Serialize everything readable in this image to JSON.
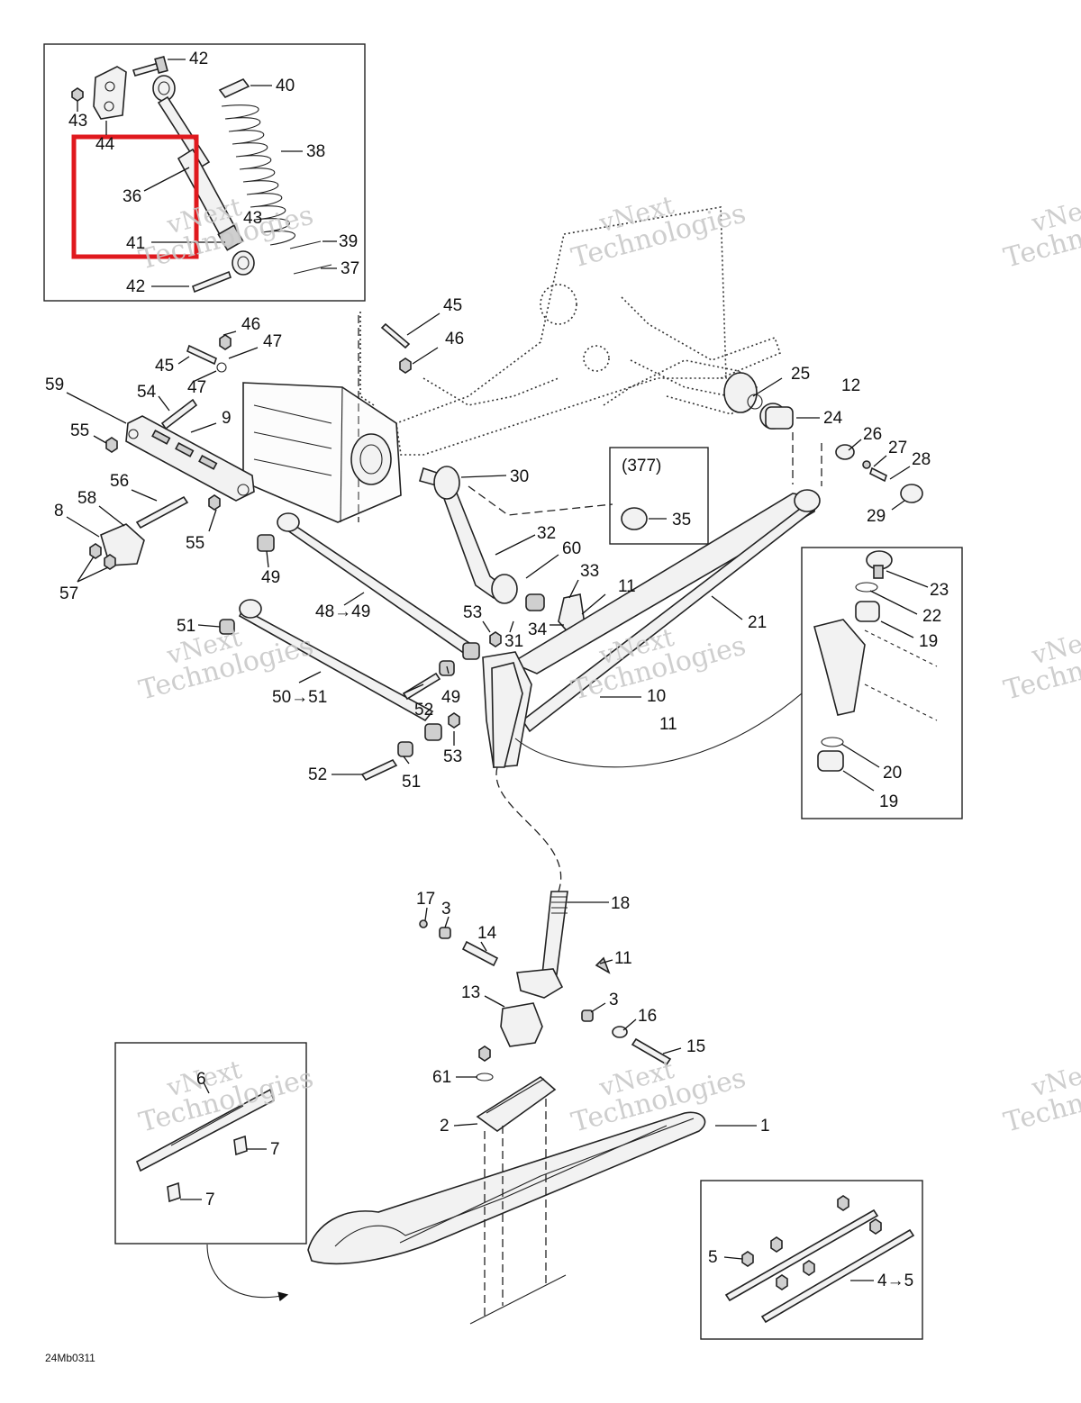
{
  "drawing_code": "24Mb0311",
  "watermark": {
    "line1": "vNext",
    "line2": "Technologies"
  },
  "highlight_color": "#e0191e",
  "callouts": [
    {
      "id": "c42a",
      "text": "42"
    },
    {
      "id": "c40",
      "text": "40"
    },
    {
      "id": "c43a",
      "text": "43"
    },
    {
      "id": "c44",
      "text": "44"
    },
    {
      "id": "c38",
      "text": "38"
    },
    {
      "id": "c36",
      "text": "36"
    },
    {
      "id": "c43b",
      "text": "43"
    },
    {
      "id": "c41",
      "text": "41"
    },
    {
      "id": "c39",
      "text": "39"
    },
    {
      "id": "c37",
      "text": "37"
    },
    {
      "id": "c42b",
      "text": "42"
    },
    {
      "id": "c45a",
      "text": "45"
    },
    {
      "id": "c46a",
      "text": "46"
    },
    {
      "id": "c46b",
      "text": "46"
    },
    {
      "id": "c47a",
      "text": "47"
    },
    {
      "id": "c45b",
      "text": "45"
    },
    {
      "id": "c47b",
      "text": "47"
    },
    {
      "id": "c59",
      "text": "59"
    },
    {
      "id": "c54",
      "text": "54"
    },
    {
      "id": "c9",
      "text": "9"
    },
    {
      "id": "c55a",
      "text": "55"
    },
    {
      "id": "c56",
      "text": "56"
    },
    {
      "id": "c58",
      "text": "58"
    },
    {
      "id": "c8",
      "text": "8"
    },
    {
      "id": "c55b",
      "text": "55"
    },
    {
      "id": "c57",
      "text": "57"
    },
    {
      "id": "c49a",
      "text": "49"
    },
    {
      "id": "c4849",
      "text": "48→49"
    },
    {
      "id": "c51a",
      "text": "51"
    },
    {
      "id": "c5051",
      "text": "50→51"
    },
    {
      "id": "c52a",
      "text": "52"
    },
    {
      "id": "c49b",
      "text": "49"
    },
    {
      "id": "c53a",
      "text": "53"
    },
    {
      "id": "c53b",
      "text": "53"
    },
    {
      "id": "c52b",
      "text": "52"
    },
    {
      "id": "c51b",
      "text": "51"
    },
    {
      "id": "c31",
      "text": "31"
    },
    {
      "id": "c30",
      "text": "30"
    },
    {
      "id": "c32",
      "text": "32"
    },
    {
      "id": "c60",
      "text": "60"
    },
    {
      "id": "c33",
      "text": "33"
    },
    {
      "id": "c34",
      "text": "34"
    },
    {
      "id": "c11a",
      "text": "11"
    },
    {
      "id": "c377",
      "text": "(377)"
    },
    {
      "id": "c35",
      "text": "35"
    },
    {
      "id": "c25",
      "text": "25"
    },
    {
      "id": "c12",
      "text": "12"
    },
    {
      "id": "c24",
      "text": "24"
    },
    {
      "id": "c26",
      "text": "26"
    },
    {
      "id": "c27",
      "text": "27"
    },
    {
      "id": "c28",
      "text": "28"
    },
    {
      "id": "c29",
      "text": "29"
    },
    {
      "id": "c21",
      "text": "21"
    },
    {
      "id": "c10",
      "text": "10"
    },
    {
      "id": "c11b",
      "text": "11"
    },
    {
      "id": "c23",
      "text": "23"
    },
    {
      "id": "c22",
      "text": "22"
    },
    {
      "id": "c19a",
      "text": "19"
    },
    {
      "id": "c20",
      "text": "20"
    },
    {
      "id": "c19b",
      "text": "19"
    },
    {
      "id": "c17",
      "text": "17"
    },
    {
      "id": "c3a",
      "text": "3"
    },
    {
      "id": "c18",
      "text": "18"
    },
    {
      "id": "c14",
      "text": "14"
    },
    {
      "id": "c11c",
      "text": "11"
    },
    {
      "id": "c13",
      "text": "13"
    },
    {
      "id": "c3b",
      "text": "3"
    },
    {
      "id": "c16",
      "text": "16"
    },
    {
      "id": "c15",
      "text": "15"
    },
    {
      "id": "c61",
      "text": "61"
    },
    {
      "id": "c2",
      "text": "2"
    },
    {
      "id": "c1",
      "text": "1"
    },
    {
      "id": "c6",
      "text": "6"
    },
    {
      "id": "c7a",
      "text": "7"
    },
    {
      "id": "c7b",
      "text": "7"
    },
    {
      "id": "c5",
      "text": "5"
    },
    {
      "id": "c45c",
      "text": "4→5"
    }
  ]
}
